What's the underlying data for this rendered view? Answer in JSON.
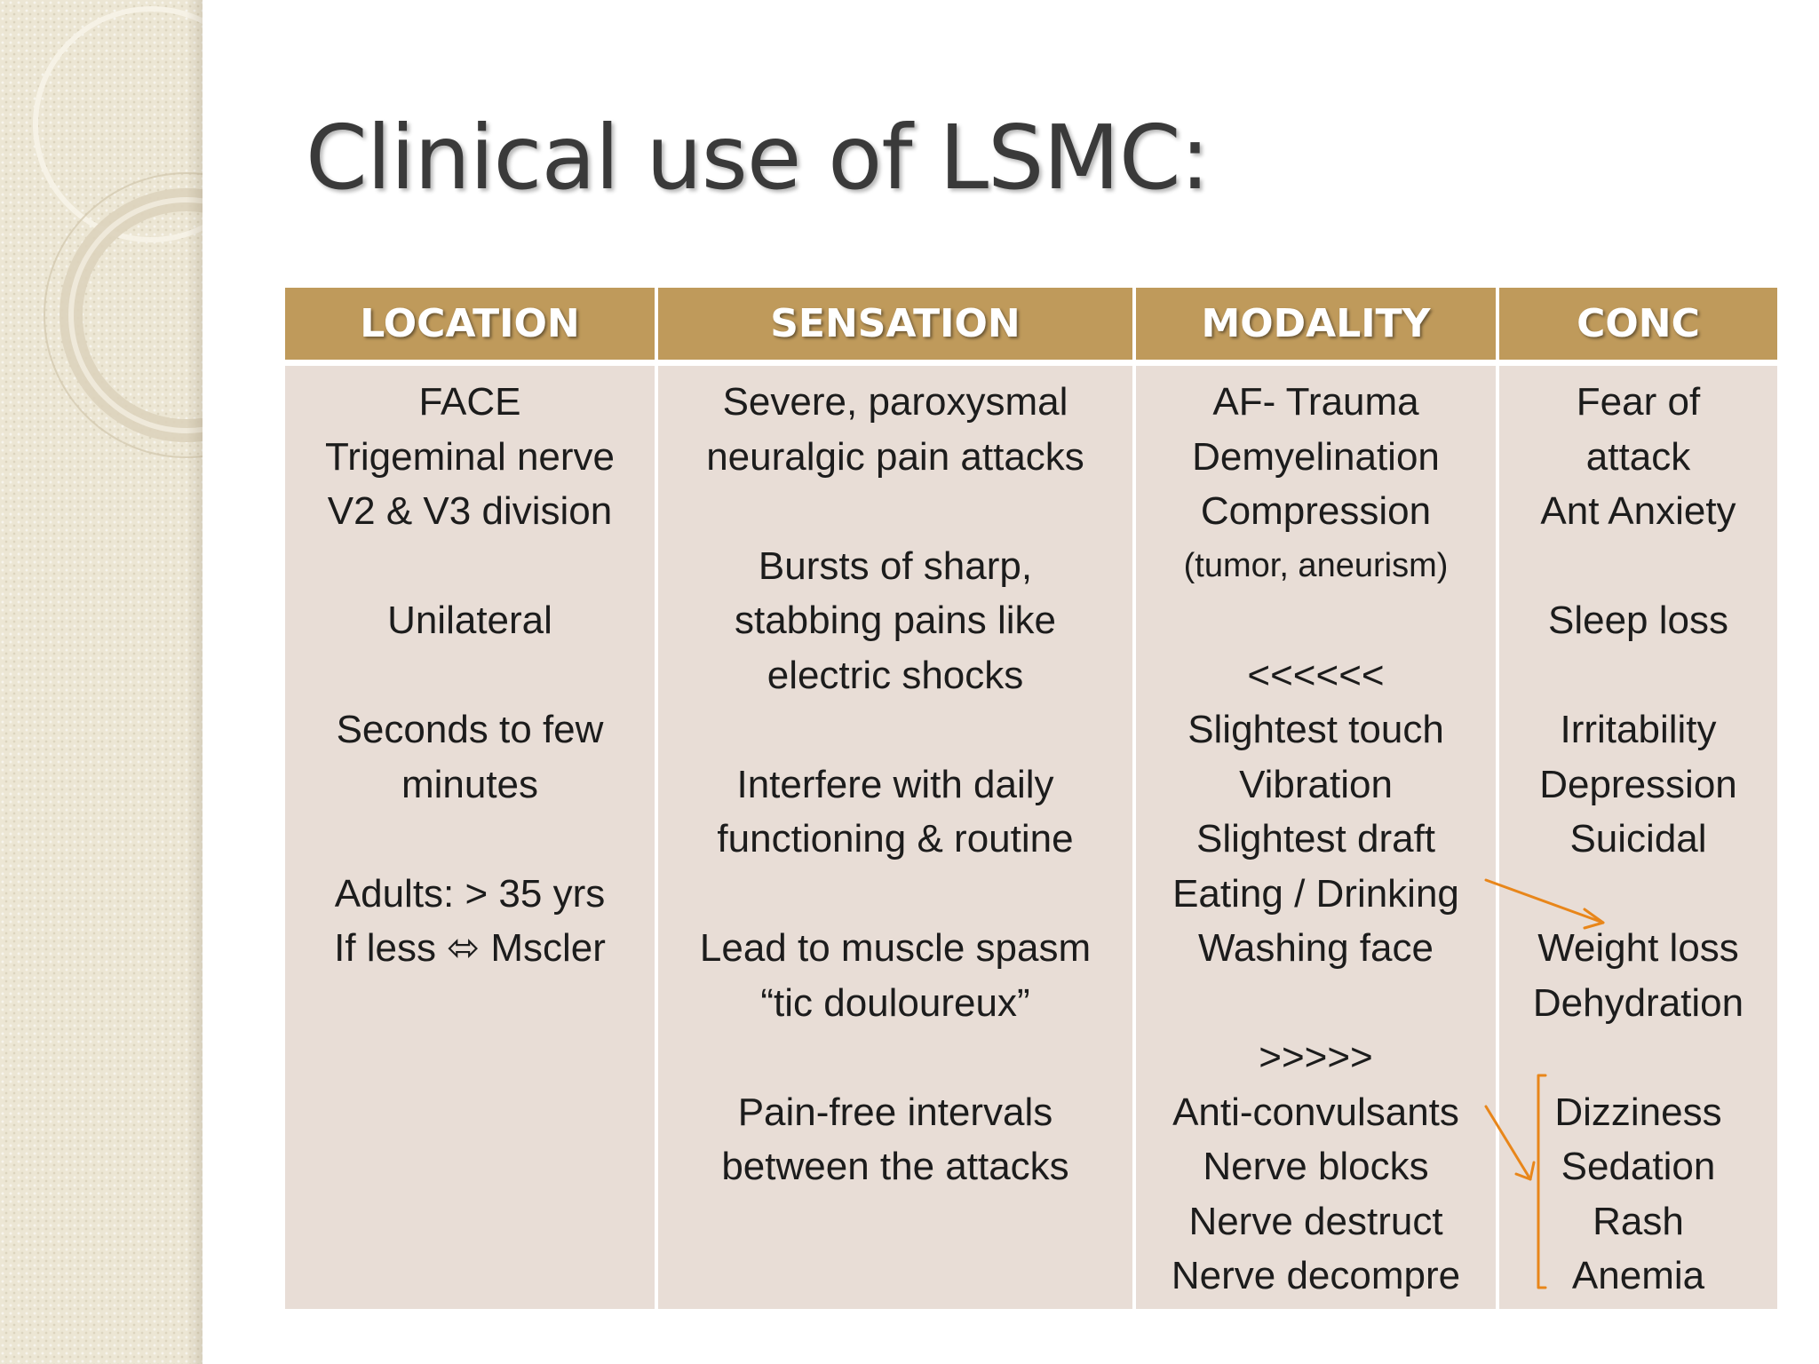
{
  "title": "Clinical use of LSMC:",
  "table": {
    "headers": [
      "LOCATION",
      "SENSATION",
      "MODALITY",
      "CONC"
    ],
    "location": [
      "FACE",
      "Trigeminal nerve",
      "V2 & V3 division",
      "",
      "Unilateral",
      "",
      "Seconds to few",
      "minutes",
      "",
      "Adults: > 35 yrs",
      "If less ⬄ Mscler"
    ],
    "sensation": [
      "Severe, paroxysmal",
      "neuralgic pain attacks",
      "",
      "Bursts of sharp,",
      "stabbing pains like",
      "electric shocks",
      "",
      "Interfere with daily",
      "functioning & routine",
      "",
      "Lead to muscle spasm",
      "“tic douloureux”",
      "",
      "Pain-free intervals",
      "between the attacks"
    ],
    "modality": [
      "AF- Trauma",
      "Demyelination",
      "Compression",
      "(tumor, aneurism)",
      "",
      "<<<<<<",
      "Slightest touch",
      "Vibration",
      "Slightest draft",
      "Eating / Drinking",
      "Washing face",
      "",
      ">>>>>",
      "Anti-convulsants",
      "Nerve blocks",
      "Nerve destruct",
      "Nerve decompre"
    ],
    "conc": [
      "Fear of",
      "attack",
      "Ant Anxiety",
      "",
      "Sleep loss",
      "",
      "Irritability",
      "Depression",
      "Suicidal",
      "",
      "Weight loss",
      "Dehydration",
      "",
      "Dizziness",
      "Sedation",
      "Rash",
      "Anemia"
    ]
  },
  "colors": {
    "header_bg": "#bf9a5b",
    "cell_bg": "#e8ddd6",
    "annotation": "#e8861a",
    "title_text": "#3a3a3a"
  }
}
